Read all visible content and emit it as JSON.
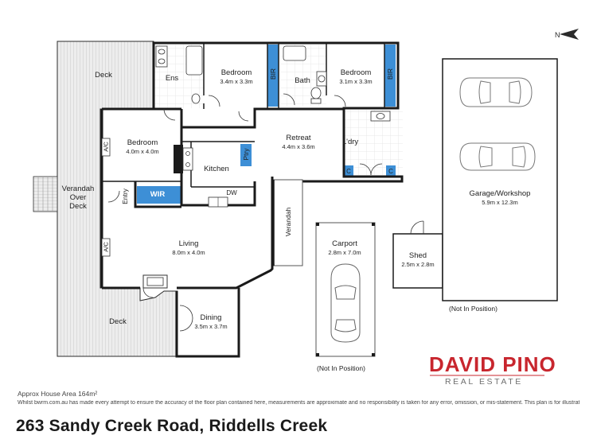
{
  "compass": {
    "symbol": "N"
  },
  "rooms": {
    "deck_top": {
      "name": "Deck"
    },
    "ens": {
      "name": "Ens"
    },
    "bedroom1": {
      "name": "Bedroom",
      "dims": "3.4m x 3.3m"
    },
    "bir1": {
      "name": "BIR"
    },
    "bath": {
      "name": "Bath"
    },
    "bir2": {
      "name": "BIR"
    },
    "bedroom2": {
      "name": "Bedroom",
      "dims": "3.1m x 3.3m"
    },
    "bedroom3": {
      "name": "Bedroom",
      "dims": "4.0m x 4.0m"
    },
    "retreat": {
      "name": "Retreat",
      "dims": "4.4m x 3.6m"
    },
    "laundry": {
      "name": "L'dry"
    },
    "kitchen": {
      "name": "Kitchen"
    },
    "pantry": {
      "name": "Ptry"
    },
    "ac1": {
      "name": "A/C"
    },
    "ac2": {
      "name": "A/C"
    },
    "c1": {
      "name": "C"
    },
    "c2": {
      "name": "C"
    },
    "verandah_deck": {
      "name": "Verandah Over Deck"
    },
    "wir": {
      "name": "WIR"
    },
    "dw": {
      "name": "DW"
    },
    "entry": {
      "name": "Entry"
    },
    "verandah": {
      "name": "Verandah"
    },
    "living": {
      "name": "Living",
      "dims": "8.0m x 4.0m"
    },
    "deck_bottom": {
      "name": "Deck"
    },
    "dining": {
      "name": "Dining",
      "dims": "3.5m x 3.7m"
    },
    "carport": {
      "name": "Carport",
      "dims": "2.8m x 7.0m"
    },
    "shed": {
      "name": "Shed",
      "dims": "2.5m x 2.8m"
    },
    "garage": {
      "name": "Garage/Workshop",
      "dims": "5.9m x 12.3m"
    }
  },
  "not_in_position_garage": "(Not In Position)",
  "not_in_position_carport": "(Not In Position)",
  "area_text": "Approx House Area 164m²",
  "disclaimer": "Whilst bwrm.com.au has made every attempt to ensure the accuracy of the floor plan contained here, measurements are approximate and no responsibility is taken for any error, omission, or mis-statement. This plan is for illustrative purposes only.",
  "address": "263 Sandy Creek Road, Riddells Creek",
  "brand": {
    "name": "DAVID PINO",
    "tagline": "REAL ESTATE",
    "color": "#c8262e"
  },
  "colors": {
    "wall": "#1a1a1a",
    "bir_blue": "#3d8fd6",
    "deck_fill": "#ececec",
    "deck_line": "#c4c4c4"
  }
}
